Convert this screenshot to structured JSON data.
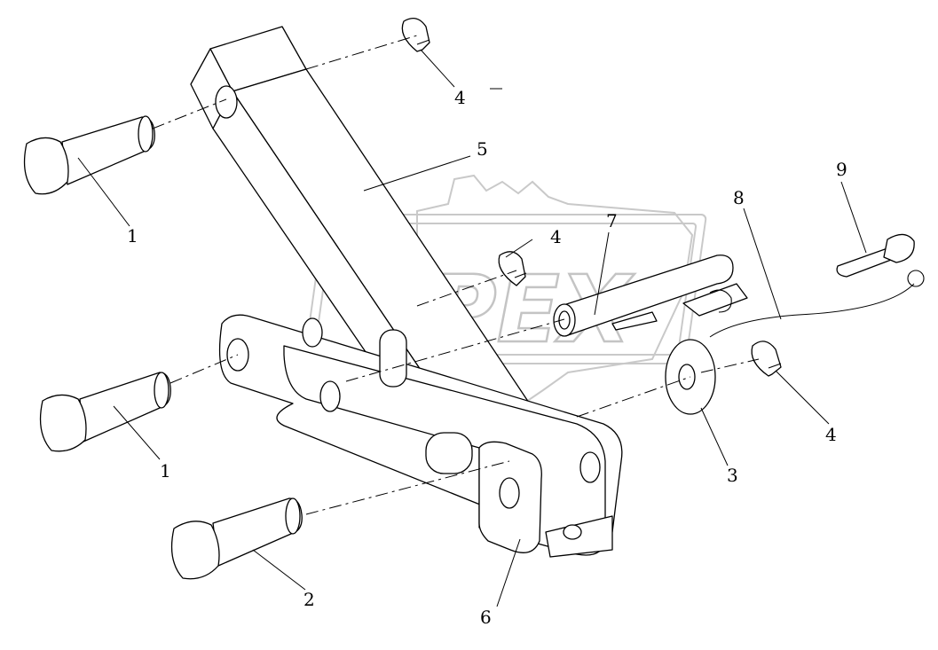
{
  "watermark": {
    "text": "OPEX"
  },
  "callouts": {
    "c1a": "1",
    "c1b": "1",
    "c2": "2",
    "c3": "3",
    "c4a": "4",
    "c4b": "4",
    "c4c": "4",
    "c5": "5",
    "c6": "6",
    "c7": "7",
    "c8": "8",
    "c9": "9"
  }
}
